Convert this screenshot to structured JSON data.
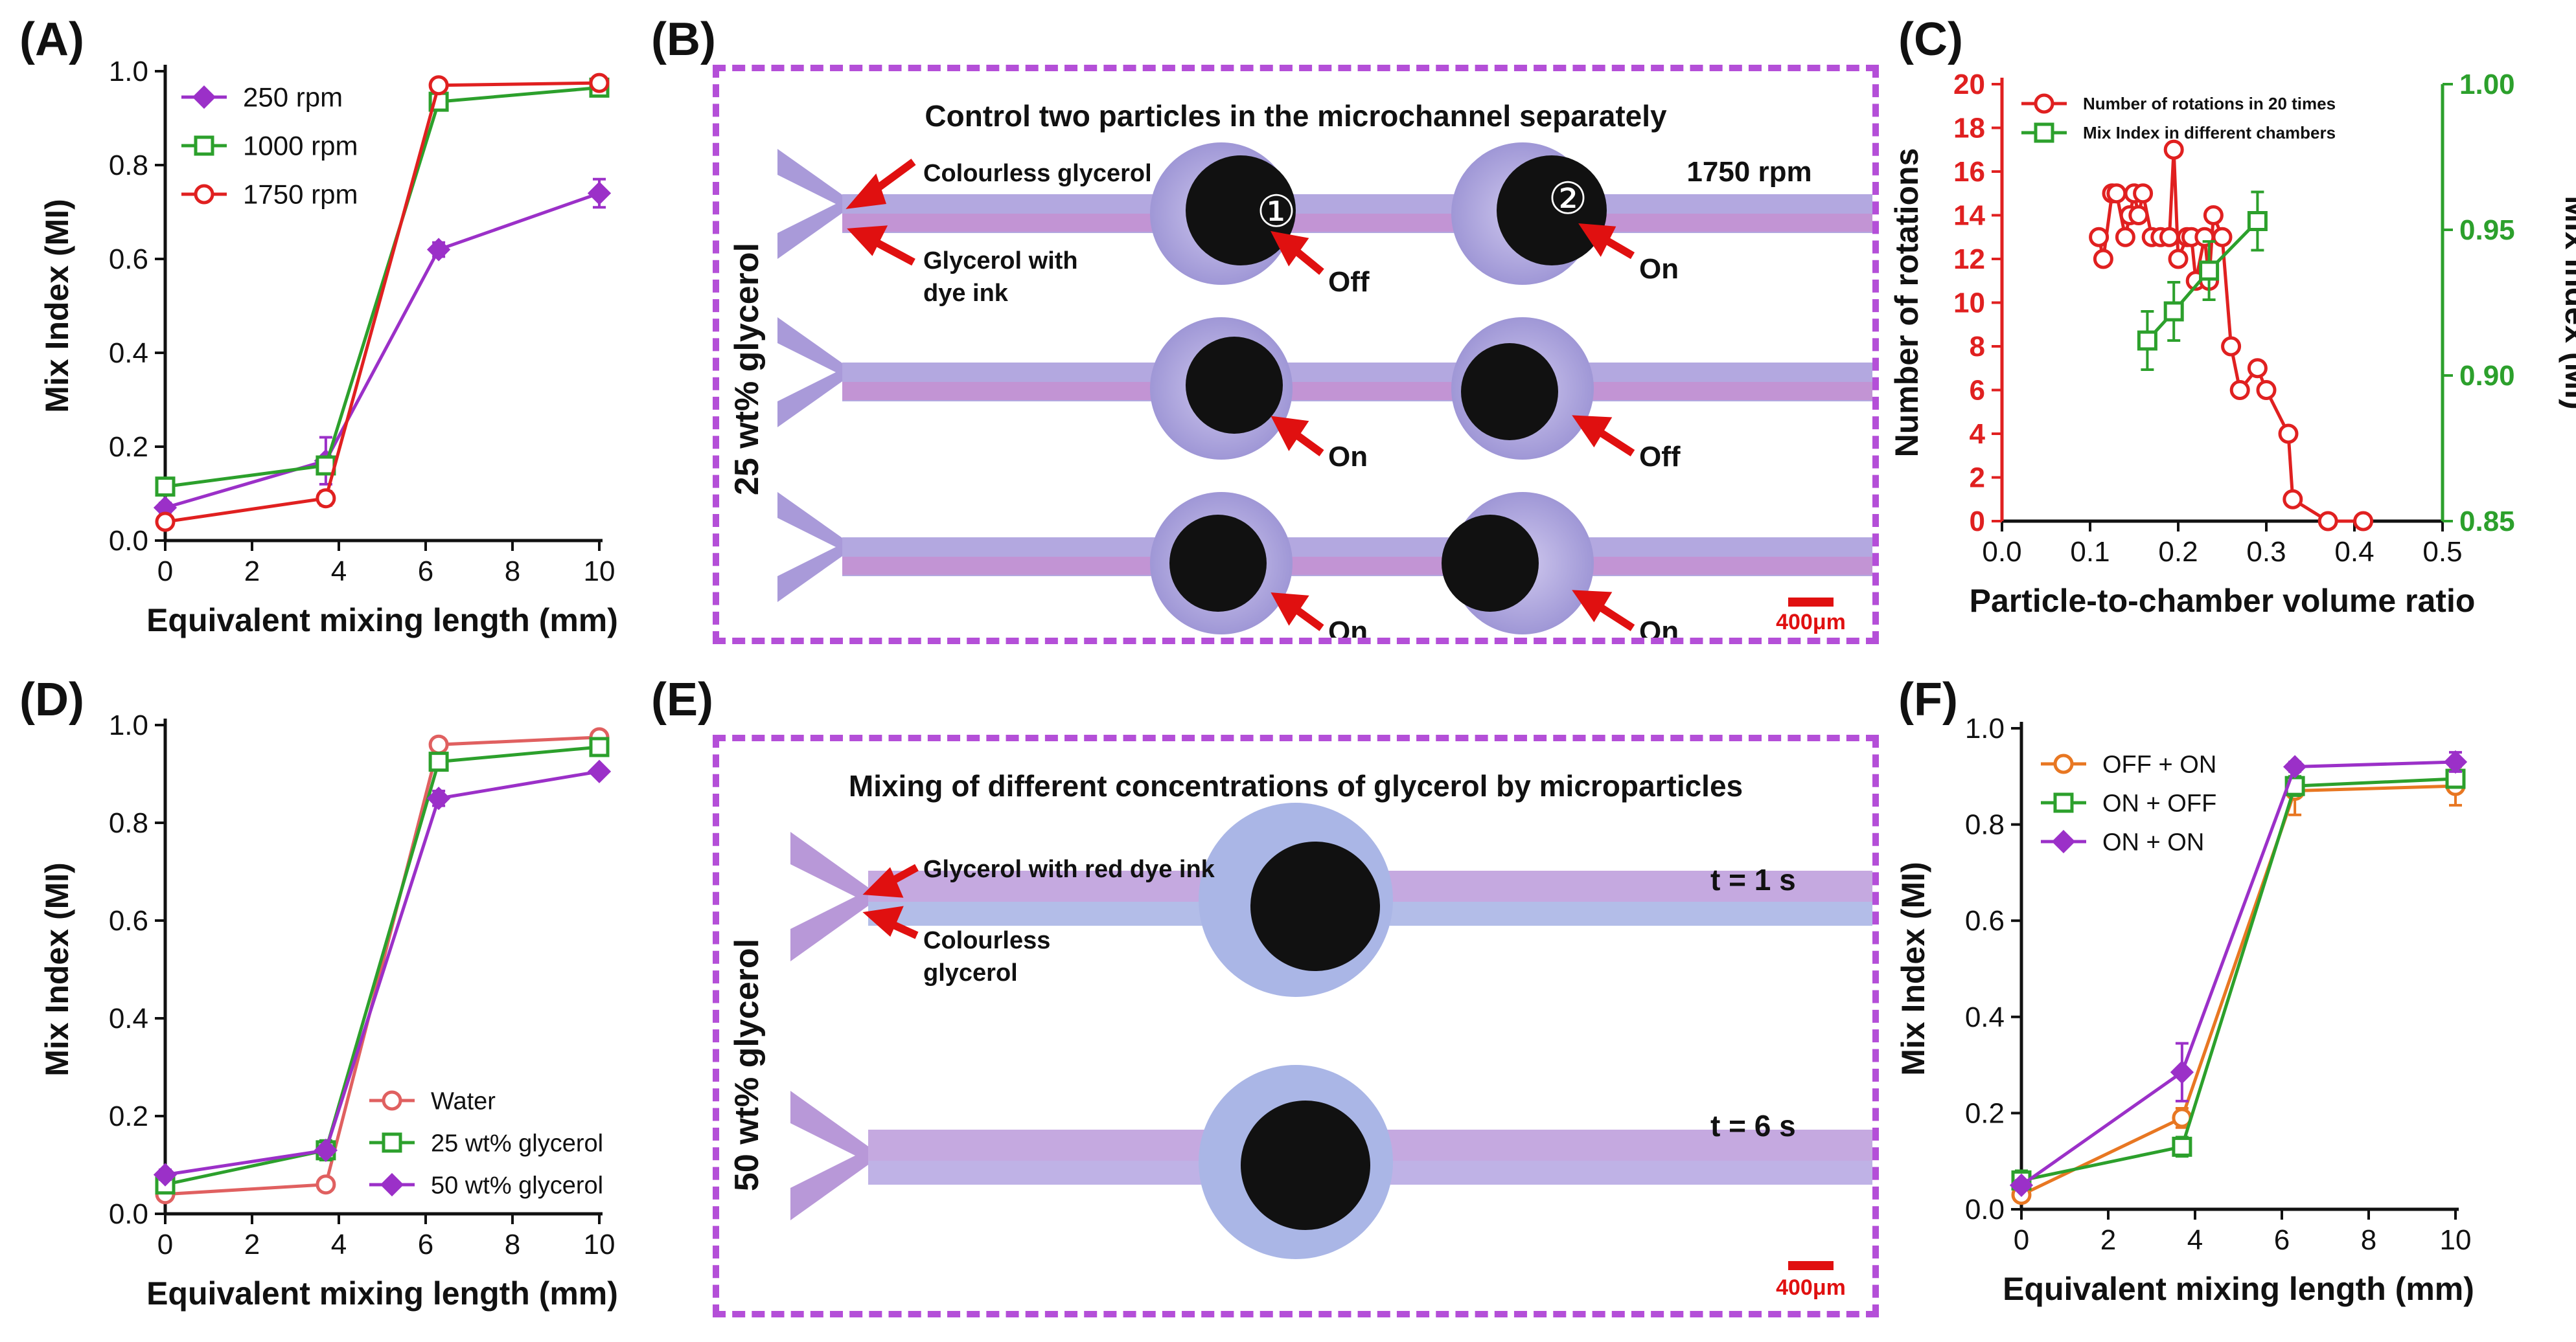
{
  "panels": {
    "A": "(A)",
    "B": "(B)",
    "C": "(C)",
    "D": "(D)",
    "E": "(E)",
    "F": "(F)"
  },
  "photo_b": {
    "title": "Control two particles in the microchannel separately",
    "speed": "1750 rpm",
    "side_label": "25 wt% glycerol",
    "label_colourless": "Colourless glycerol",
    "label_dye": "Glycerol with\ndye ink",
    "particle_1": "①",
    "particle_2": "②",
    "row1_left": "Off",
    "row1_right": "On",
    "row2_left": "On",
    "row2_right": "Off",
    "row3_left": "On",
    "row3_right": "On",
    "scale": "400μm"
  },
  "photo_e": {
    "title": "Mixing of different concentrations of glycerol by microparticles",
    "side_label": "50 wt% glycerol",
    "label_red": "Glycerol with red dye ink",
    "label_colourless": "Colourless\nglycerol",
    "t1": "t = 1 s",
    "t2": "t = 6 s",
    "scale": "400μm"
  },
  "colors": {
    "purple": "#9b30c8",
    "green": "#2ca02c",
    "red": "#e02020",
    "orange": "#e87722",
    "frame": "#b44fd8",
    "channel": "#a99ad9",
    "dye": "#c98ccf",
    "particle": "#111111"
  },
  "chart_data": [
    {
      "id": "A",
      "type": "line",
      "xlabel": "Equivalent mixing length (mm)",
      "ylabel": "Mix Index (MI)",
      "xlim": [
        0,
        10
      ],
      "ylim": [
        0,
        1.0
      ],
      "xticks": [
        "0",
        "2",
        "4",
        "6",
        "8",
        "10"
      ],
      "yticks": [
        "0.0",
        "0.2",
        "0.4",
        "0.6",
        "0.8",
        "1.0"
      ],
      "legend": "top-left",
      "grid": false,
      "series": [
        {
          "name": "250 rpm",
          "color": "#9b30c8",
          "marker": "diamond",
          "x": [
            0,
            3.7,
            6.3,
            10
          ],
          "y": [
            0.07,
            0.17,
            0.62,
            0.74
          ],
          "err": [
            0.01,
            0.05,
            0.015,
            0.03
          ]
        },
        {
          "name": "1000 rpm",
          "color": "#2ca02c",
          "marker": "square",
          "x": [
            0,
            3.7,
            6.3,
            10
          ],
          "y": [
            0.115,
            0.16,
            0.935,
            0.965
          ],
          "err": [
            0.01,
            0.01,
            0.01,
            0.01
          ]
        },
        {
          "name": "1750 rpm",
          "color": "#e02020",
          "marker": "circle",
          "x": [
            0,
            3.7,
            6.3,
            10
          ],
          "y": [
            0.04,
            0.09,
            0.97,
            0.975
          ],
          "err": [
            0.005,
            0.015,
            0.005,
            0.005
          ]
        }
      ]
    },
    {
      "id": "C",
      "type": "line",
      "xlabel": "Particle-to-chamber volume ratio",
      "ylabel": "Number of rotations",
      "ylabel_right": "Mix Index (MI)",
      "xlim": [
        0,
        0.5
      ],
      "ylim": [
        0,
        20
      ],
      "ylim_right": [
        0.85,
        1.0
      ],
      "xticks": [
        "0.0",
        "0.1",
        "0.2",
        "0.3",
        "0.4",
        "0.5"
      ],
      "yticks": [
        "0",
        "2",
        "4",
        "6",
        "8",
        "10",
        "12",
        "14",
        "16",
        "18",
        "20"
      ],
      "yticks_right": [
        "0.85",
        "0.90",
        "0.95",
        "1.00"
      ],
      "legend": "top-left",
      "grid": false,
      "series": [
        {
          "name": "Number of rotations in 20 times",
          "color": "#e02020",
          "marker": "circle",
          "axis": "left",
          "x": [
            0.11,
            0.115,
            0.125,
            0.13,
            0.14,
            0.145,
            0.15,
            0.155,
            0.16,
            0.17,
            0.18,
            0.19,
            0.195,
            0.2,
            0.21,
            0.215,
            0.22,
            0.23,
            0.235,
            0.24,
            0.25,
            0.26,
            0.27,
            0.29,
            0.3,
            0.325,
            0.33,
            0.37,
            0.41
          ],
          "y": [
            13,
            12,
            15,
            15,
            13,
            14,
            15,
            14,
            15,
            13,
            13,
            13,
            17,
            12,
            13,
            13,
            11,
            13,
            11,
            14,
            13,
            8,
            6,
            7,
            6,
            4,
            1,
            0,
            0
          ]
        },
        {
          "name": "Mix Index in different chambers",
          "color": "#2ca02c",
          "marker": "square",
          "axis": "right",
          "x": [
            0.165,
            0.195,
            0.235,
            0.29
          ],
          "y": [
            0.912,
            0.922,
            0.936,
            0.953
          ],
          "err": [
            0.01,
            0.01,
            0.01,
            0.01
          ]
        }
      ]
    },
    {
      "id": "D",
      "type": "line",
      "xlabel": "Equivalent mixing length (mm)",
      "ylabel": "Mix Index (MI)",
      "xlim": [
        0,
        10
      ],
      "ylim": [
        0,
        1.0
      ],
      "xticks": [
        "0",
        "2",
        "4",
        "6",
        "8",
        "10"
      ],
      "yticks": [
        "0.0",
        "0.2",
        "0.4",
        "0.6",
        "0.8",
        "1.0"
      ],
      "legend": "bottom-right",
      "grid": false,
      "series": [
        {
          "name": "Water",
          "color": "#e06060",
          "marker": "circle",
          "x": [
            0,
            3.7,
            6.3,
            10
          ],
          "y": [
            0.04,
            0.06,
            0.96,
            0.975
          ],
          "err": [
            0.005,
            0.01,
            0.005,
            0.005
          ]
        },
        {
          "name": "25 wt% glycerol",
          "color": "#2ca02c",
          "marker": "square",
          "x": [
            0,
            3.7,
            6.3,
            10
          ],
          "y": [
            0.06,
            0.13,
            0.925,
            0.955
          ],
          "err": [
            0.01,
            0.02,
            0.01,
            0.01
          ]
        },
        {
          "name": "50 wt% glycerol",
          "color": "#9b30c8",
          "marker": "diamond",
          "x": [
            0,
            3.7,
            6.3,
            10
          ],
          "y": [
            0.08,
            0.13,
            0.85,
            0.905
          ],
          "err": [
            0.01,
            0.01,
            0.015,
            0.005
          ]
        }
      ]
    },
    {
      "id": "F",
      "type": "line",
      "xlabel": "Equivalent mixing length (mm)",
      "ylabel": "Mix Index (MI)",
      "xlim": [
        0,
        10
      ],
      "ylim": [
        0,
        1.0
      ],
      "xticks": [
        "0",
        "2",
        "4",
        "6",
        "8",
        "10"
      ],
      "yticks": [
        "0.0",
        "0.2",
        "0.4",
        "0.6",
        "0.8",
        "1.0"
      ],
      "legend": "top-left",
      "grid": false,
      "series": [
        {
          "name": "OFF + ON",
          "color": "#e87722",
          "marker": "circle",
          "x": [
            0,
            3.7,
            6.3,
            10
          ],
          "y": [
            0.03,
            0.19,
            0.87,
            0.88
          ],
          "err": [
            0.01,
            0.02,
            0.05,
            0.04
          ]
        },
        {
          "name": "ON + OFF",
          "color": "#2ca02c",
          "marker": "square",
          "x": [
            0,
            3.7,
            6.3,
            10
          ],
          "y": [
            0.06,
            0.13,
            0.88,
            0.895
          ],
          "err": [
            0.02,
            0.02,
            0.02,
            0.01
          ]
        },
        {
          "name": "ON + ON",
          "color": "#9b30c8",
          "marker": "diamond",
          "x": [
            0,
            3.7,
            6.3,
            10
          ],
          "y": [
            0.05,
            0.285,
            0.92,
            0.93
          ],
          "err": [
            0.01,
            0.06,
            0.01,
            0.02
          ]
        }
      ]
    }
  ]
}
